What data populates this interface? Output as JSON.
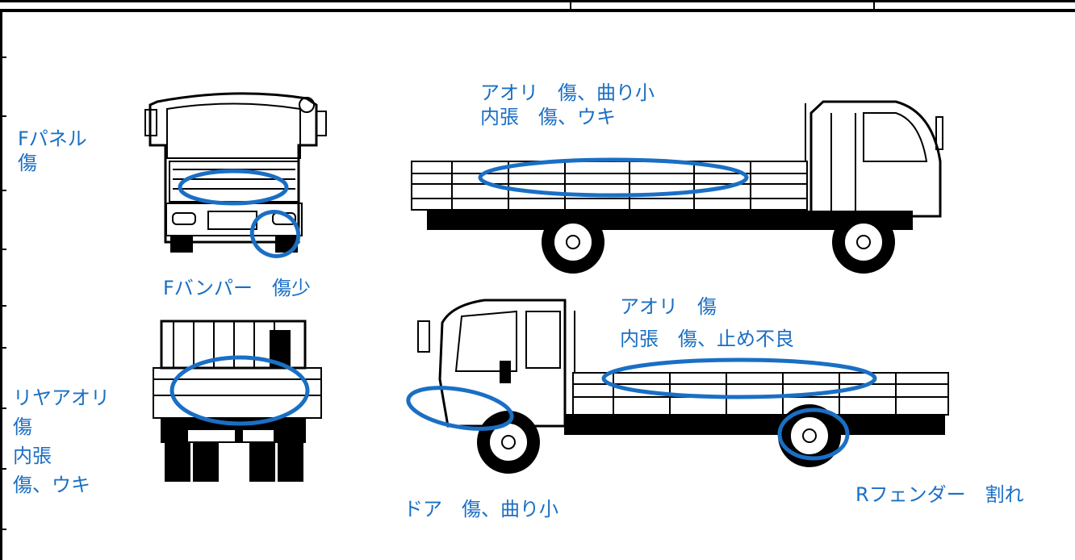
{
  "colors": {
    "annotation": "#1a6fc4",
    "line": "#000000"
  },
  "labels": {
    "front_panel": [
      "Fパネル",
      "傷"
    ],
    "front_bumper": "Fバンパー　傷少",
    "side_top": [
      "アオリ　傷、曲り小",
      "内張　傷、ウキ"
    ],
    "rear": [
      "リヤアオリ",
      "傷",
      "内張",
      "傷、ウキ"
    ],
    "side_bottom": [
      "アオリ　傷",
      "内張　傷、止め不良"
    ],
    "door": "ドア　傷、曲り小",
    "rear_fender": "Rフェンダー　割れ"
  },
  "icons": [
    "truck-front-view-icon",
    "truck-rear-view-icon",
    "truck-left-side-view-icon",
    "truck-right-side-view-icon"
  ]
}
